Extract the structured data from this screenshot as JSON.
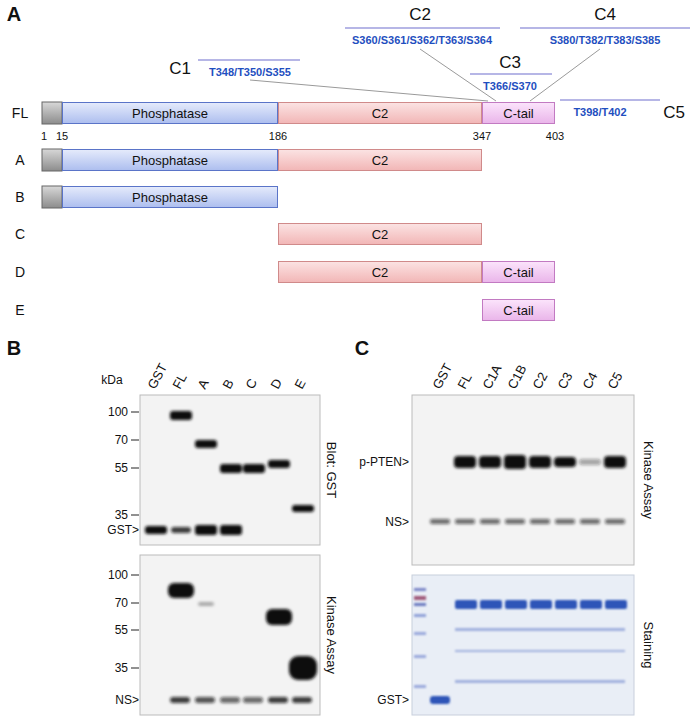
{
  "diagram": {
    "nodes": [
      {
        "text": [
          "Phosphatase"
        ]
      },
      {
        "text": [
          "C2"
        ]
      },
      {
        "text": [
          "C-tail"
        ]
      },
      {
        "text": [
          "Phosphatase"
        ]
      },
      {
        "text": [
          "C2"
        ]
      },
      {
        "text": [
          "Phosphatase"
        ]
      },
      {
        "text": [
          "C2"
        ]
      },
      {
        "text": [
          "C2"
        ]
      },
      {
        "text": [
          "C-tail"
        ]
      },
      {
        "text": [
          "C-tail"
        ]
      }
    ],
    "labels": [
      "A",
      "C1",
      "T348/T350/S355",
      "C2",
      "S360/S361/S362/T363/S364",
      "C3",
      "T366/S370",
      "C4",
      "S380/T382/T383/S385",
      "C5",
      "T398/T402",
      "FL",
      "1",
      "15",
      "186",
      "347",
      "403",
      "A",
      "B",
      "C",
      "D",
      "E",
      "B",
      "GST",
      "FL",
      "A",
      "B",
      "C",
      "D",
      "E",
      "kDa",
      "100",
      "70",
      "55",
      "35",
      "GST>",
      "Blot: GST",
      "100",
      "70",
      "55",
      "35",
      "NS>",
      "Kinase Assay",
      "C",
      "GST",
      "FL",
      "C1A",
      "C1B",
      "C2",
      "C3",
      "C4",
      "C5",
      "p-PTEN>",
      "NS>",
      "Kinase Assay",
      "Staining",
      "GST>"
    ]
  }
}
